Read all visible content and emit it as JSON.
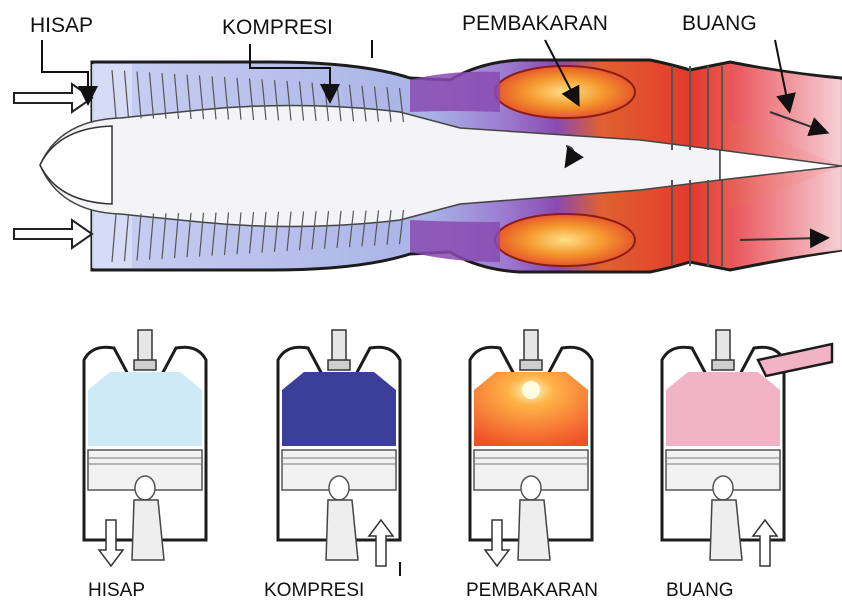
{
  "turbine": {
    "labels": {
      "intake": "HISAP",
      "compression": "KOMPRESI",
      "combustion": "PEMBAKARAN",
      "exhaust": "BUANG"
    }
  },
  "piston_engine": {
    "strokes": [
      {
        "label": "HISAP",
        "fill": "#cfeaf7",
        "piston_arrow": "down"
      },
      {
        "label": "KOMPRESI",
        "fill": "#3b3f9a",
        "piston_arrow": "up"
      },
      {
        "label": "PEMBAKARAN",
        "fill": "#f06a2a",
        "piston_arrow": "down"
      },
      {
        "label": "BUANG",
        "fill": "#f2b3c6",
        "piston_arrow": "up"
      }
    ]
  },
  "colors": {
    "intake_blue": "#b9c3ef",
    "compress_blue": "#9aa6df",
    "violet": "#8a4ab0",
    "flame_orange": "#f07a26",
    "flame_red": "#e2392c",
    "exhaust_pink": "#f08a98",
    "outline": "#222222"
  }
}
